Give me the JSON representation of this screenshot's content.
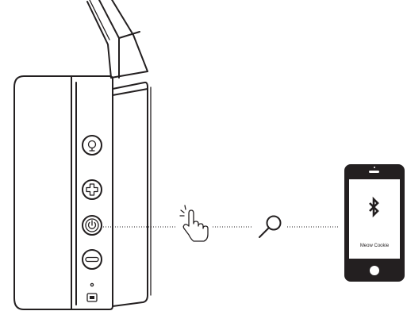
{
  "diagram": {
    "steps": [
      {
        "id": "press-power",
        "icon": "hand-pointer-icon"
      },
      {
        "id": "search",
        "icon": "magnifier-icon"
      },
      {
        "id": "pair",
        "icon": "bluetooth-icon"
      }
    ],
    "headphone_buttons": [
      "voice-assistant",
      "volume-up",
      "power",
      "volume-down"
    ],
    "phone": {
      "device_name": "Meow Cookie",
      "icon": "bluetooth-icon"
    },
    "colors": {
      "ink": "#231f20",
      "background": "#ffffff"
    }
  }
}
